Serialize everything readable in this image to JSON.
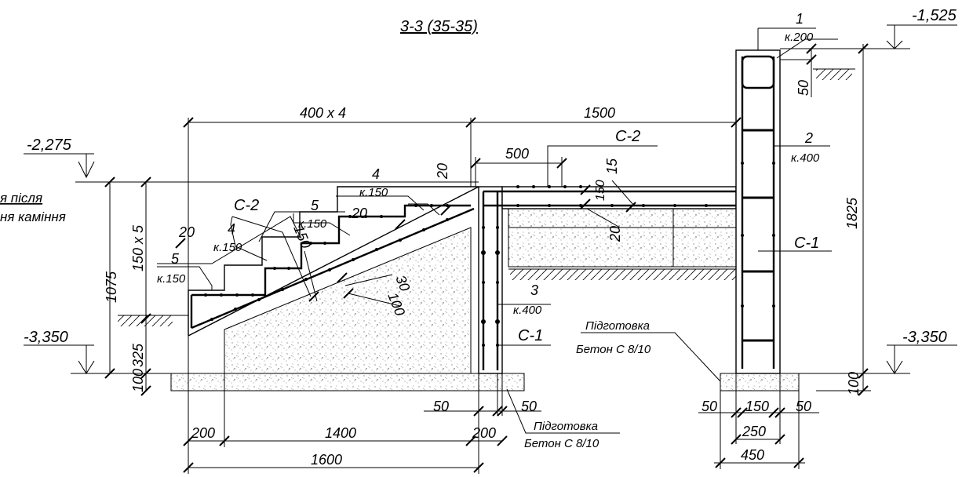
{
  "drawing": {
    "title": "3-3 (35-35)",
    "levels": {
      "top_right": "-1,525",
      "left_upper": "-2,275",
      "left_lower": "-3,350",
      "right_lower": "-3,350"
    },
    "left_note": {
      "line1": "я після",
      "line2": "ня каміння"
    },
    "dimensions": {
      "d_400x4": "400 x 4",
      "d_1500": "1500",
      "d_500": "500",
      "d_20_top": "20",
      "d_15": "15",
      "d_150_top": "150",
      "d_20_mid": "20",
      "d_20_left": "20",
      "d_150_step": "150",
      "d_30": "30",
      "d_100_slope": "100",
      "d_1075": "1075",
      "d_150x5": "150 x 5",
      "d_325": "325",
      "d_100_left": "100",
      "d_1825": "1825",
      "d_50_wall": "50",
      "d_100_right": "100",
      "d_50_a": "50",
      "d_50_b": "50",
      "d_200_left": "200",
      "d_1400": "1400",
      "d_200_right": "200",
      "d_1600": "1600",
      "d_50_c": "50",
      "d_150_c": "150",
      "d_50_d": "50",
      "d_250": "250",
      "d_450": "450",
      "d_20_step": "20"
    },
    "callouts": {
      "m1_num": "1",
      "m1_sp": "к.200",
      "m2_num": "2",
      "m2_sp": "к.400",
      "m3_num": "3",
      "m3_sp": "к.400",
      "m4a_num": "4",
      "m4a_sp": "к.150",
      "m4b_num": "4",
      "m4b_sp": "к.150",
      "m5a_num": "5",
      "m5a_sp": "к.150",
      "m5b_num": "5",
      "m5b_sp": "к.150",
      "c2_top": "С-2",
      "c2_left": "С-2",
      "c1_right": "С-1",
      "c1_mid": "С-1"
    },
    "prep_right": {
      "line1": "Підготовка",
      "line2": "Бетон С 8/10"
    },
    "prep_bottom": {
      "line1": "Підготовка",
      "line2": "Бетон С 8/10"
    }
  }
}
